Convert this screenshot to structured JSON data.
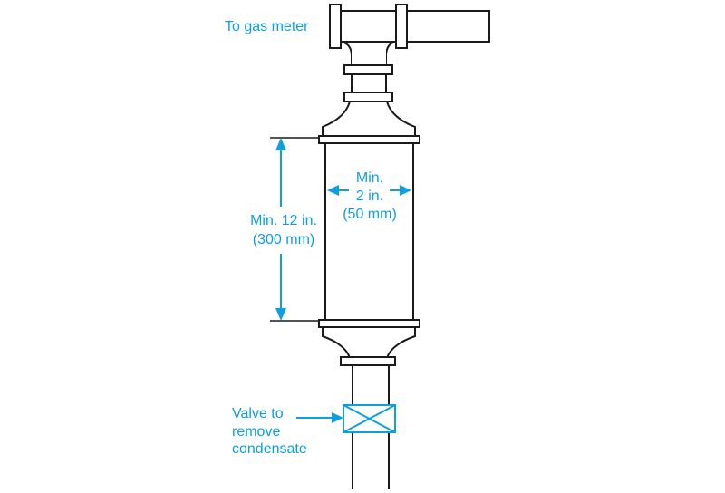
{
  "labels": {
    "gas_meter": "To gas meter",
    "inner_min": "Min.",
    "inner_width": "2 in.",
    "inner_metric": "(50 mm)",
    "height_min": "Min. 12 in.",
    "height_metric": "(300 mm)",
    "valve_line1": "Valve to",
    "valve_line2": "remove",
    "valve_line3": "condensate"
  },
  "colors": {
    "label": "#0d9fe0",
    "line": "#1a1a1a",
    "background": "#ffffff"
  }
}
